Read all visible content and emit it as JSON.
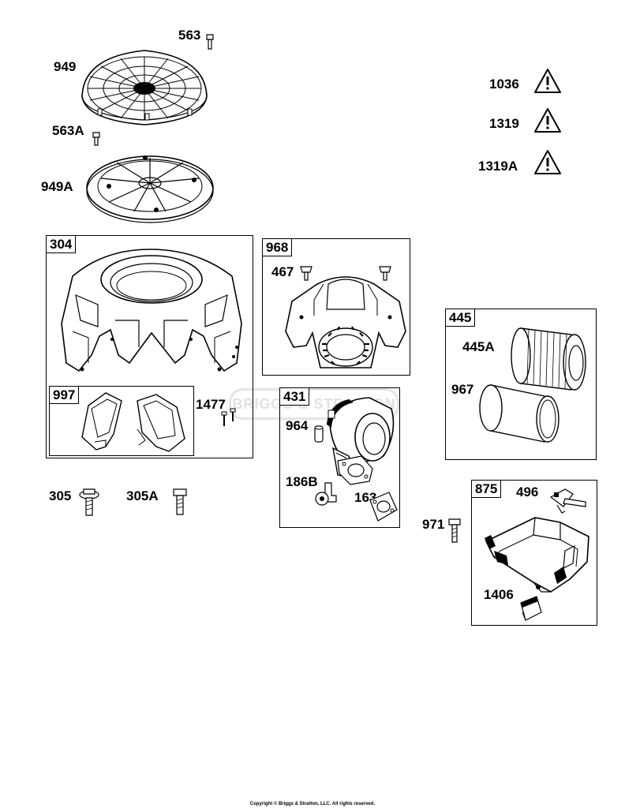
{
  "watermark": "BRIGGS & STRATTON",
  "callouts": {
    "p563": "563",
    "p949": "949",
    "p563A": "563A",
    "p949A": "949A",
    "p1036": "1036",
    "p1319": "1319",
    "p1319A": "1319A",
    "p467": "467",
    "p445A": "445A",
    "p967": "967",
    "p1477": "1477",
    "p964": "964",
    "p186B": "186B",
    "p163": "163",
    "p305": "305",
    "p305A": "305A",
    "p971": "971",
    "p496": "496",
    "p1406": "1406"
  },
  "boxes": {
    "b304": "304",
    "b968": "968",
    "b445": "445",
    "b997": "997",
    "b431": "431",
    "b875": "875"
  },
  "icons": [
    "warning-triangle-icon",
    "screw-icon",
    "bolt-icon"
  ],
  "copyright": "Copyright © Briggs & Stratton, LLC. All rights reserved."
}
